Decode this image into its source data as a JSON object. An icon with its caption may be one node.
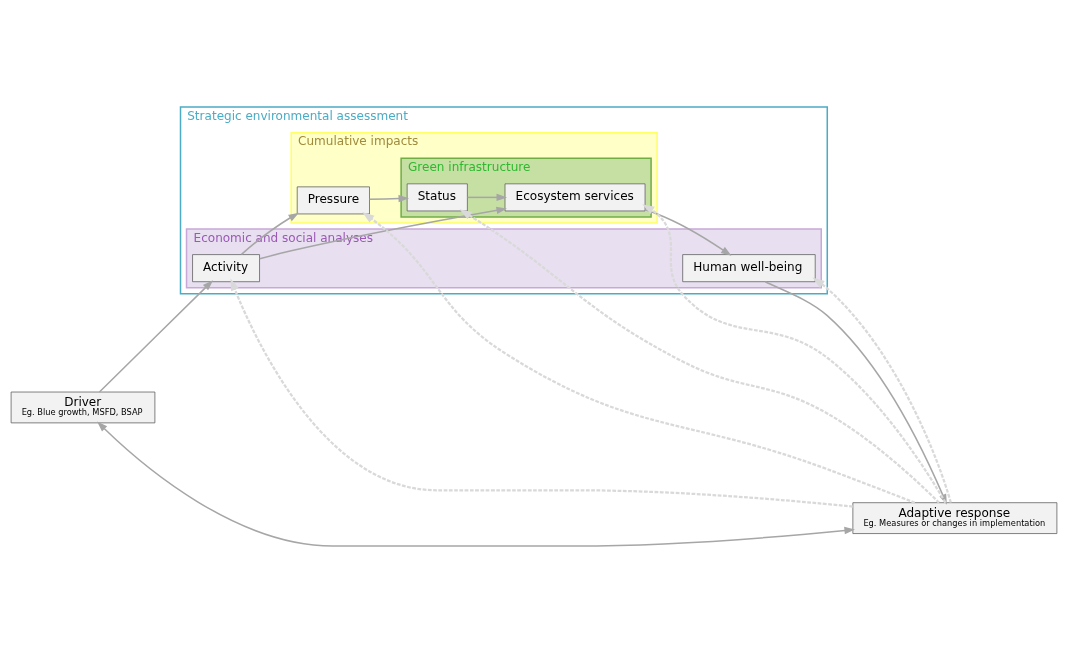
{
  "diagram": {
    "nodes": [
      {
        "text": [
          "Strategic environmental assessment"
        ]
      },
      {
        "text": [
          "Cumulative impacts"
        ],
        "in": 0
      },
      {
        "text": [
          "Green infrastructure"
        ],
        "in": 1
      },
      {
        "text": [
          "Economic and social analyses"
        ],
        "in": 0
      },
      {
        "text": [
          "Driver",
          "Eg. Blue growth, MSFD, BSAP"
        ]
      },
      {
        "text": [
          "Activity"
        ],
        "in": 3
      },
      {
        "text": [
          "Pressure"
        ],
        "in": 1
      },
      {
        "text": [
          "Status"
        ],
        "in": 2
      },
      {
        "text": [
          "Adaptive response",
          "Eg. Measures or changes in implementation"
        ]
      },
      {
        "text": [
          "Human well-being"
        ],
        "in": 3
      },
      {
        "text": [
          "Ecosystem services"
        ],
        "in": 2
      }
    ],
    "edges": [
      {
        "from": 4,
        "to": 5,
        "arrow": "to"
      },
      {
        "from": 5,
        "to": 6,
        "arrow": "to"
      },
      {
        "from": 6,
        "to": 7,
        "arrow": "to"
      },
      {
        "from": 4,
        "to": 8,
        "arrow": "both"
      },
      {
        "from": 7,
        "to": 10,
        "arrow": "to"
      },
      {
        "from": 5,
        "to": 10,
        "arrow": "to"
      },
      {
        "from": 10,
        "to": 9,
        "arrow": "to"
      },
      {
        "from": 9,
        "to": 8,
        "arrow": "to"
      },
      {
        "from": 8,
        "to": 5,
        "arrow": "to",
        "style": "dashed",
        "color": "#d9d9d9"
      },
      {
        "from": 8,
        "to": 6,
        "arrow": "to",
        "style": "dashed",
        "color": "#d9d9d9"
      },
      {
        "from": 8,
        "to": 7,
        "arrow": "to",
        "style": "dashed",
        "color": "#d9d9d9"
      },
      {
        "from": 8,
        "to": 10,
        "arrow": "to",
        "style": "dashed",
        "color": "#d9d9d9"
      },
      {
        "from": 8,
        "to": 9,
        "arrow": "to",
        "style": "dashed",
        "color": "#d9d9d9"
      }
    ]
  }
}
